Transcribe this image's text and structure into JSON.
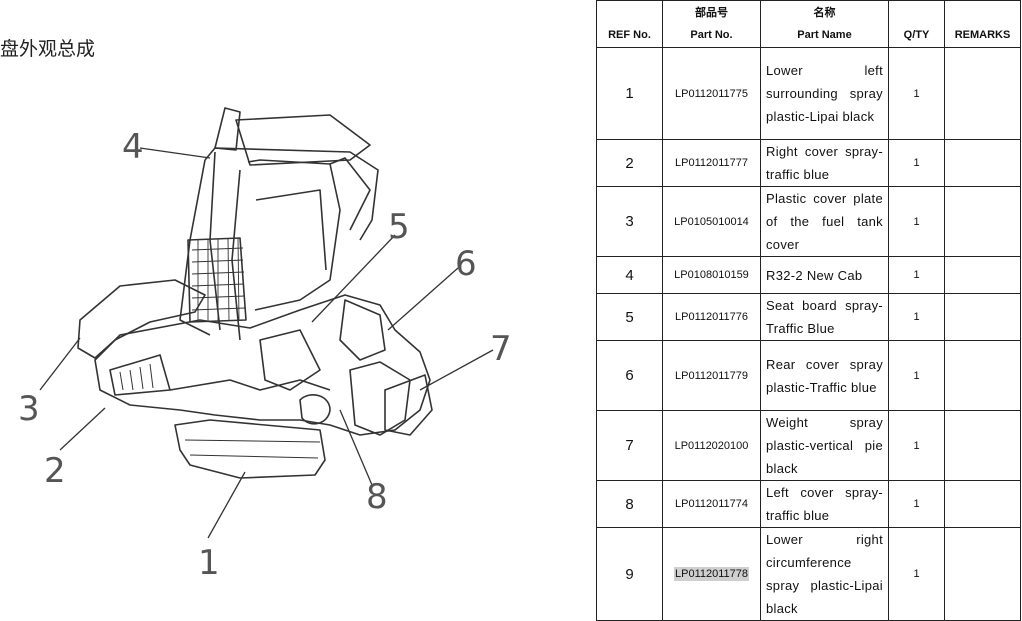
{
  "page": {
    "heading": "盘外观总成"
  },
  "diagram": {
    "callouts": [
      "1",
      "2",
      "3",
      "4",
      "5",
      "6",
      "7",
      "8"
    ]
  },
  "table": {
    "headers": {
      "ref": "REF No.",
      "part_no_cn": "部品号",
      "part_no": "Part No.",
      "name_cn": "名称",
      "name": "Part Name",
      "qty": "Q/TY",
      "remarks": "REMARKS"
    },
    "rows": [
      {
        "ref": "1",
        "part_no": "LP0112011775",
        "name": "Lower left surrounding spray plastic-Lipai black",
        "qty": "1",
        "remarks": ""
      },
      {
        "ref": "2",
        "part_no": "LP0112011777",
        "name": "Right cover spray-traffic blue",
        "qty": "1",
        "remarks": ""
      },
      {
        "ref": "3",
        "part_no": "LP0105010014",
        "name": "Plastic cover plate of the fuel tank cover",
        "qty": "1",
        "remarks": ""
      },
      {
        "ref": "4",
        "part_no": "LP0108010159",
        "name": "R32-2 New Cab",
        "qty": "1",
        "remarks": ""
      },
      {
        "ref": "5",
        "part_no": "LP0112011776",
        "name": "Seat board spray-Traffic Blue",
        "qty": "1",
        "remarks": ""
      },
      {
        "ref": "6",
        "part_no": "LP0112011779",
        "name": "Rear cover spray plastic-Traffic blue",
        "qty": "1",
        "remarks": ""
      },
      {
        "ref": "7",
        "part_no": "LP0112020100",
        "name": "Weight spray plastic-vertical pie black",
        "qty": "1",
        "remarks": ""
      },
      {
        "ref": "8",
        "part_no": "LP0112011774",
        "name": "Left cover spray-traffic blue",
        "qty": "1",
        "remarks": ""
      },
      {
        "ref": "9",
        "part_no": "LP0112011778",
        "name": "Lower right circumference spray plastic-Lipai black",
        "qty": "1",
        "remarks": ""
      }
    ],
    "row_heights": [
      92,
      46,
      70,
      37,
      46,
      70,
      70,
      46,
      92
    ]
  }
}
